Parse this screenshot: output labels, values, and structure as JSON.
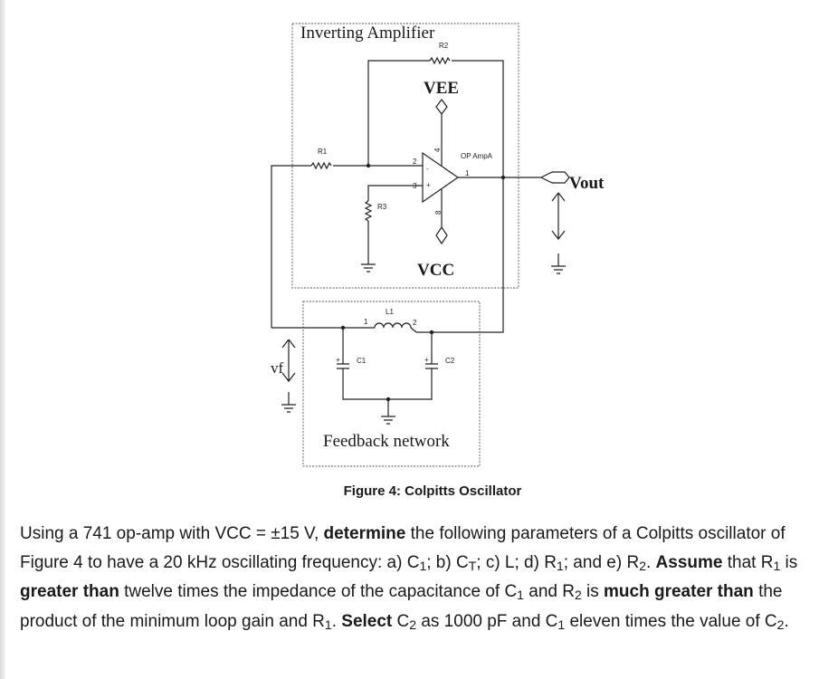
{
  "circuit": {
    "amp_box_label": "Inverting Amplifier",
    "feedback_box_label": "Feedback network",
    "components": {
      "r1": "R1",
      "r2": "R2",
      "r3": "R3",
      "l1": "L1",
      "c1": "C1",
      "c2": "C2",
      "opamp": "OP AmpA"
    },
    "pins": {
      "inv": "2",
      "noninv": "3",
      "vneg": "4",
      "vpos": "8",
      "out": "1",
      "l1_a": "1",
      "l1_b": "2"
    },
    "rails": {
      "vee": "VEE",
      "vcc": "VCC"
    },
    "signals": {
      "vout": "Vout",
      "vf": "vf"
    }
  },
  "figure_caption": "Figure 4: Colpitts Oscillator",
  "problem": {
    "p1": "Using a 741 op-amp with VCC = ±15 V, ",
    "b1": "determine",
    "p2": " the following parameters of a Colpitts oscillator of Figure 4 to have a 20 kHz oscillating frequency: a) C",
    "s1": "1",
    "p3": "; b) C",
    "s2": "T",
    "p4": "; c) L; d) R",
    "s3": "1",
    "p5": "; and e) R",
    "s4": "2",
    "p6": ". ",
    "b2": "Assume",
    "p7": " that R",
    "s5": "1",
    "p8": " is ",
    "b3": "greater than",
    "p9": " twelve times the impedance of the capacitance of C",
    "s6": "1",
    "p10": " and R",
    "s7": "2",
    "p11": " is ",
    "b4": "much greater than",
    "p12": " the product of the minimum loop gain and R",
    "s8": "1",
    "p13": ". ",
    "b5": "Select",
    "p14": " C",
    "s9": "2",
    "p15": " as 1000 pF and C",
    "s10": "1",
    "p16": " eleven times the value of C",
    "s11": "2",
    "p17": "."
  }
}
